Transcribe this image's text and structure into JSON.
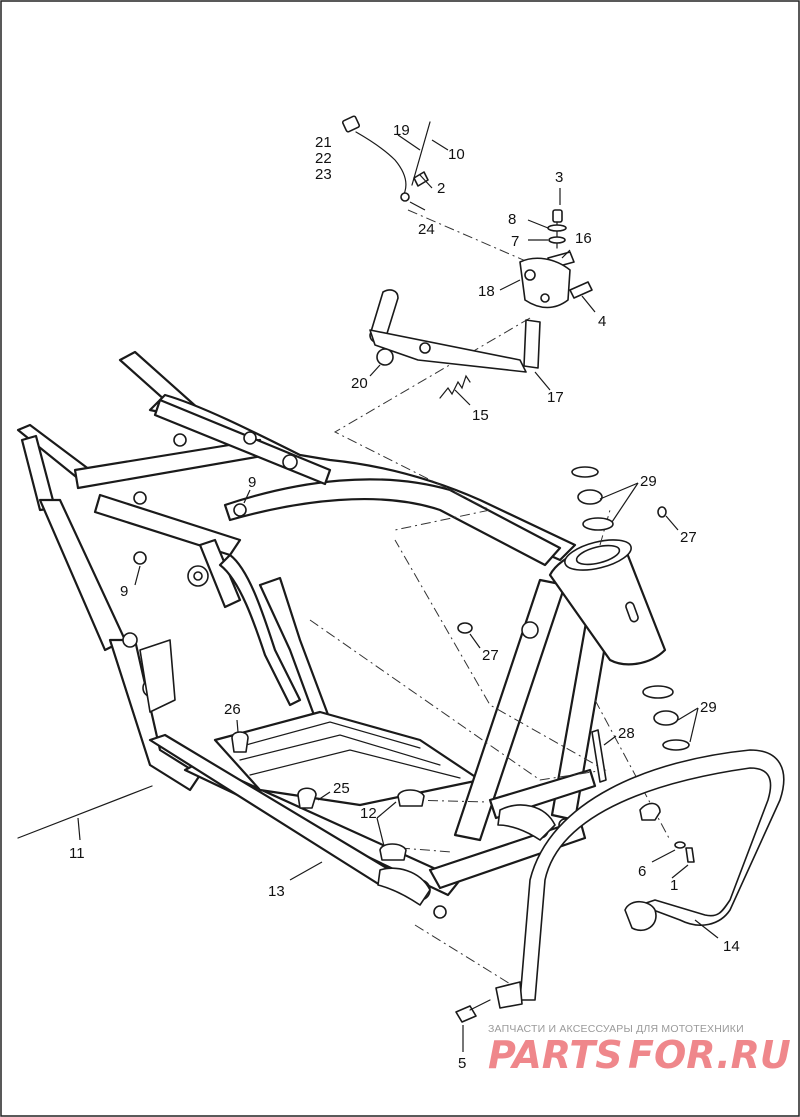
{
  "callouts": [
    {
      "id": "c1",
      "text": "1"
    },
    {
      "id": "c2",
      "text": "2"
    },
    {
      "id": "c3",
      "text": "3"
    },
    {
      "id": "c4",
      "text": "4"
    },
    {
      "id": "c5",
      "text": "5"
    },
    {
      "id": "c6",
      "text": "6"
    },
    {
      "id": "c7",
      "text": "7"
    },
    {
      "id": "c8",
      "text": "8"
    },
    {
      "id": "c9a",
      "text": "9"
    },
    {
      "id": "c9b",
      "text": "9"
    },
    {
      "id": "c10",
      "text": "10"
    },
    {
      "id": "c11",
      "text": "11"
    },
    {
      "id": "c12",
      "text": "12"
    },
    {
      "id": "c13",
      "text": "13"
    },
    {
      "id": "c14",
      "text": "14"
    },
    {
      "id": "c15",
      "text": "15"
    },
    {
      "id": "c16",
      "text": "16"
    },
    {
      "id": "c17",
      "text": "17"
    },
    {
      "id": "c18",
      "text": "18"
    },
    {
      "id": "c19",
      "text": "19"
    },
    {
      "id": "c20",
      "text": "20"
    },
    {
      "id": "c21",
      "text": "21"
    },
    {
      "id": "c22",
      "text": "22"
    },
    {
      "id": "c23",
      "text": "23"
    },
    {
      "id": "c24",
      "text": "24"
    },
    {
      "id": "c25",
      "text": "25"
    },
    {
      "id": "c26",
      "text": "26"
    },
    {
      "id": "c27a",
      "text": "27"
    },
    {
      "id": "c27b",
      "text": "27"
    },
    {
      "id": "c28",
      "text": "28"
    },
    {
      "id": "c29a",
      "text": "29"
    },
    {
      "id": "c29b",
      "text": "29"
    }
  ],
  "watermark": {
    "tagline": "ЗАПЧАСТИ И АКСЕССУАРЫ ДЛЯ МОТОТЕХНИКИ",
    "logo_left": "PARTS",
    "logo_right": "FOR.RU",
    "logo_color": "#e2242b"
  }
}
